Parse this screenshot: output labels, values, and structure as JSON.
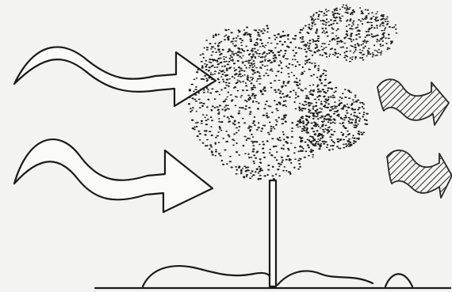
{
  "figure": {
    "incoming_arrows": [
      {
        "id": "upper",
        "style": "outline"
      },
      {
        "id": "lower",
        "style": "outline"
      }
    ],
    "outgoing_arrows": [
      {
        "id": "upper",
        "style": "hatched"
      },
      {
        "id": "lower",
        "style": "hatched"
      }
    ],
    "canopy": {
      "style": "stippled"
    },
    "colors": {
      "background": "#f3f3f1",
      "ink": "#1a1a1a",
      "arrow_fill": "#fafaf8"
    }
  }
}
